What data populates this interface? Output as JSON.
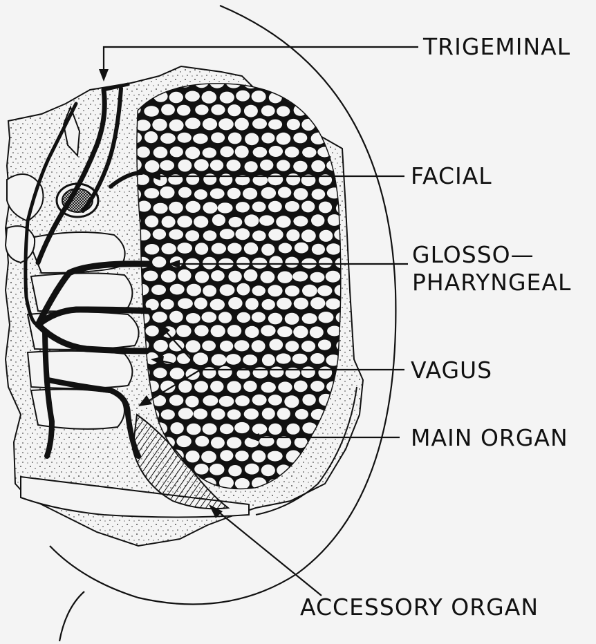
{
  "labels": {
    "trigeminal": "TRIGEMINAL",
    "facial": "FACIAL",
    "glosso_line1": "GLOSSO—",
    "glosso_line2": "PHARYNGEAL",
    "vagus": "VAGUS",
    "main_organ": "MAIN ORGAN",
    "accessory_organ": "ACCESSORY ORGAN"
  },
  "colors": {
    "ink": "#111111",
    "paper": "#f4f4f4"
  }
}
